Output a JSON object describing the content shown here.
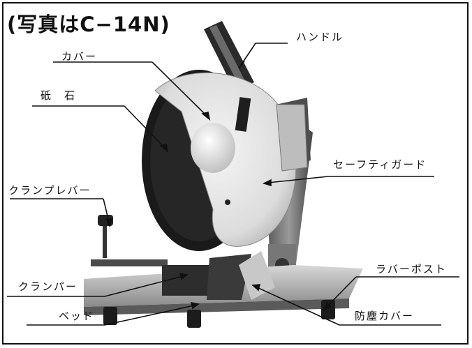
{
  "title": "(写真はC−14N)",
  "labels": {
    "handle": "ハンドル",
    "cover": "カバー",
    "grindstone": "砥　石",
    "safety_guard": "セーフティガード",
    "clamp_lever": "クランプレバー",
    "rubber_post": "ラバーポスト",
    "clamper": "クランパー",
    "bed": "ベッド",
    "dust_cover": "防塵カバー"
  }
}
